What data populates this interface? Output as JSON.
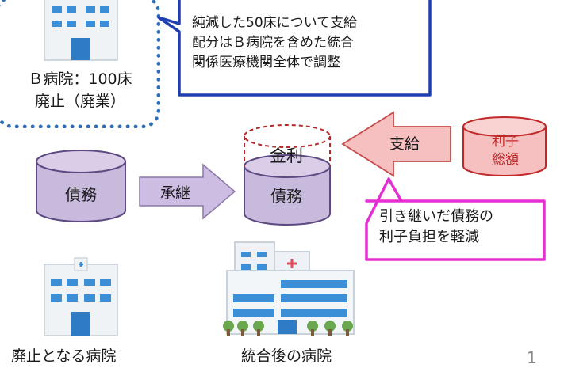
{
  "colors": {
    "dotted_border": "#2e6fb8",
    "callout_blue_border": "#1f3fb0",
    "callout_pink_border": "#e52fd4",
    "cylinder_fill": "#c8badc",
    "cylinder_stroke": "#5d4a82",
    "arrow_purple_fill": "#cdbde3",
    "arrow_pink_fill": "#f7c0c0",
    "arrow_pink_stroke": "#c44b4b",
    "rishi_fill": "#f7c0c0",
    "rishi_stroke": "#c0282a",
    "dashed_stroke": "#b22a2a"
  },
  "b_hospital": {
    "name_line": "Ｂ病院：100床",
    "status_line": "廃止（廃業）"
  },
  "callout_top": {
    "lines": [
      "純減した50床について支給",
      "配分はＢ病院を含めた統合",
      "関係医療機関全体で調整"
    ]
  },
  "callout_pink": {
    "lines": [
      "引き継いだ債務の",
      "利子負担を軽減"
    ]
  },
  "diagram": {
    "debt_left": "債務",
    "succeed_label": "承継",
    "kinri_label": "金利",
    "debt_mid": "債務",
    "payment_label": "支給",
    "interest_total_lines": [
      "利子",
      "総額"
    ]
  },
  "captions": {
    "closing_hospital": "廃止となる病院",
    "merged_hospital": "統合後の病院"
  },
  "page_number": "1",
  "icons": [
    "hospital-small-icon",
    "hospital-large-icon"
  ]
}
